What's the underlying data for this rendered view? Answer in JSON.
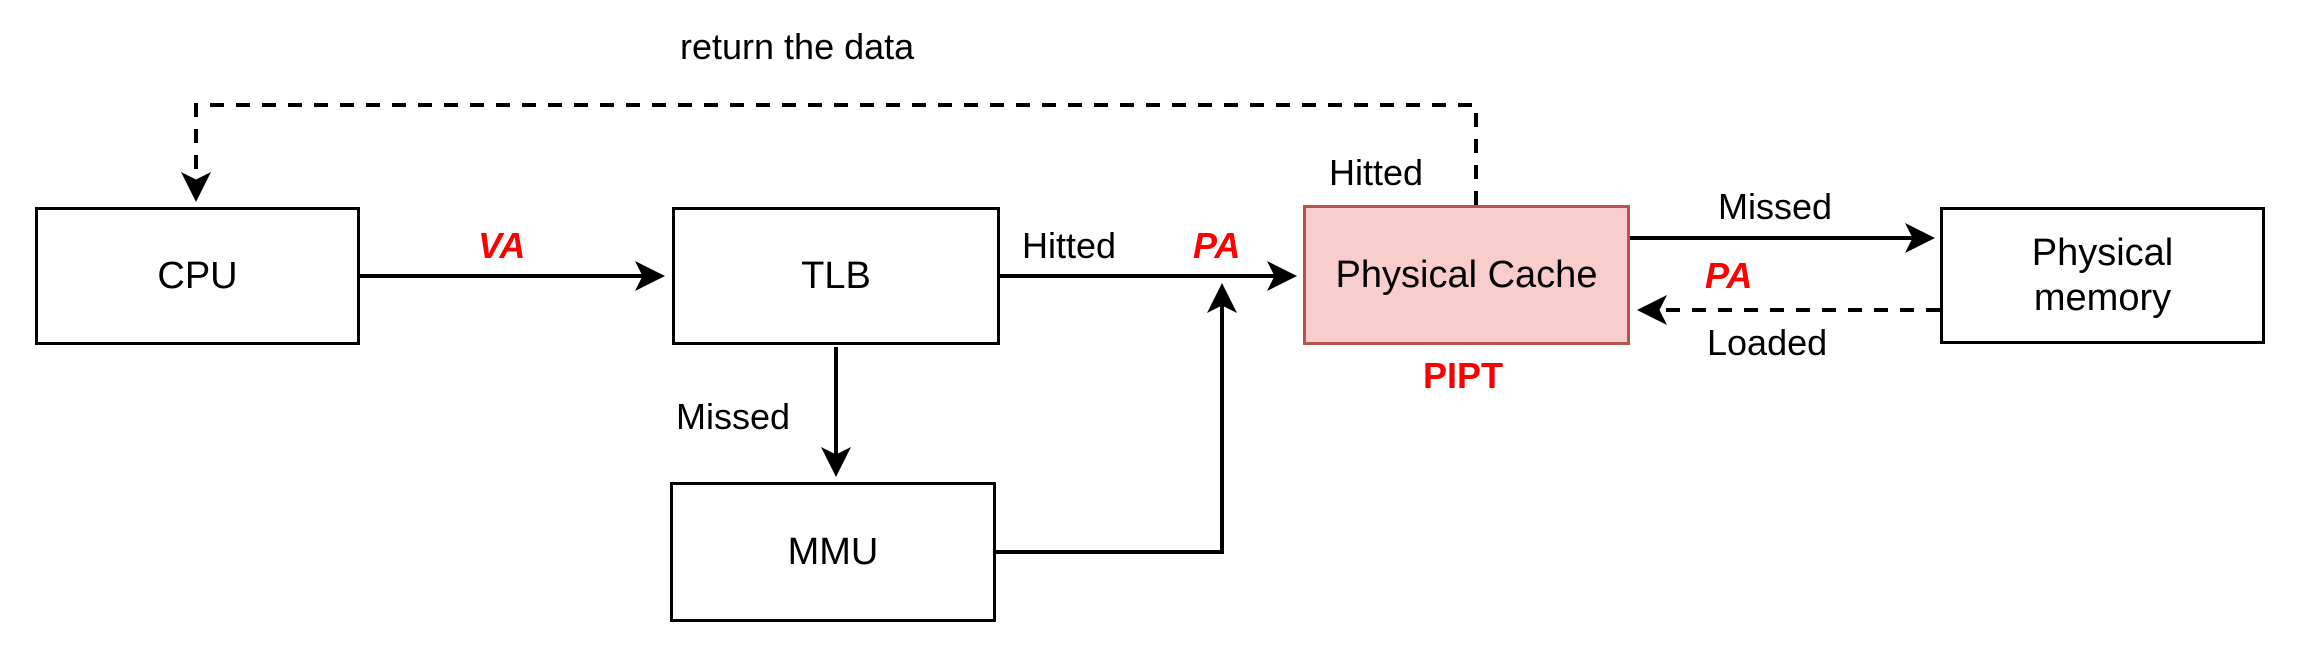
{
  "diagram": {
    "title": "PIPT physically-indexed physically-tagged cache address flow",
    "colors": {
      "accent_fill": "#f8cecc",
      "accent_stroke": "#b85450",
      "label_red": "#ff0000",
      "line": "#000000",
      "background": "#ffffff"
    },
    "nodes": [
      {
        "id": "cpu",
        "label": "CPU",
        "style": "plain"
      },
      {
        "id": "tlb",
        "label": "TLB",
        "style": "plain"
      },
      {
        "id": "mmu",
        "label": "MMU",
        "style": "plain"
      },
      {
        "id": "physical_cache",
        "label": "Physical Cache",
        "style": "accent"
      },
      {
        "id": "physical_memory",
        "label": "Physical\nmemory",
        "label_line1": "Physical",
        "label_line2": "memory",
        "style": "plain"
      }
    ],
    "edge_labels": [
      {
        "id": "return-the-data",
        "text": "return the data",
        "color": "black",
        "style": "normal"
      },
      {
        "id": "va",
        "text": "VA",
        "color": "red",
        "style": "italic-bold"
      },
      {
        "id": "tlb-hitted",
        "text": "Hitted",
        "color": "black",
        "style": "normal"
      },
      {
        "id": "pa-to-cache",
        "text": "PA",
        "color": "red",
        "style": "italic-bold"
      },
      {
        "id": "tlb-missed",
        "text": "Missed",
        "color": "black",
        "style": "normal"
      },
      {
        "id": "cache-hitted",
        "text": "Hitted",
        "color": "black",
        "style": "normal"
      },
      {
        "id": "cache-missed",
        "text": "Missed",
        "color": "black",
        "style": "normal"
      },
      {
        "id": "pa-to-memory",
        "text": "PA",
        "color": "red",
        "style": "italic-bold"
      },
      {
        "id": "loaded",
        "text": "Loaded",
        "color": "black",
        "style": "normal"
      },
      {
        "id": "pipt",
        "text": "PIPT",
        "color": "red",
        "style": "bold"
      }
    ],
    "edges": [
      {
        "from": "cpu",
        "to": "tlb",
        "label": "VA",
        "line": "solid"
      },
      {
        "from": "tlb",
        "to": "physical_cache",
        "label": "Hitted / PA",
        "line": "solid"
      },
      {
        "from": "tlb",
        "to": "mmu",
        "label": "Missed",
        "line": "solid"
      },
      {
        "from": "mmu",
        "to": "physical_cache",
        "label": "PA",
        "line": "solid"
      },
      {
        "from": "physical_cache",
        "to": "cpu",
        "label": "Hitted / return the data",
        "line": "dashed"
      },
      {
        "from": "physical_cache",
        "to": "physical_memory",
        "label": "Missed / PA",
        "line": "solid"
      },
      {
        "from": "physical_memory",
        "to": "physical_cache",
        "label": "Loaded",
        "line": "dashed"
      }
    ]
  }
}
